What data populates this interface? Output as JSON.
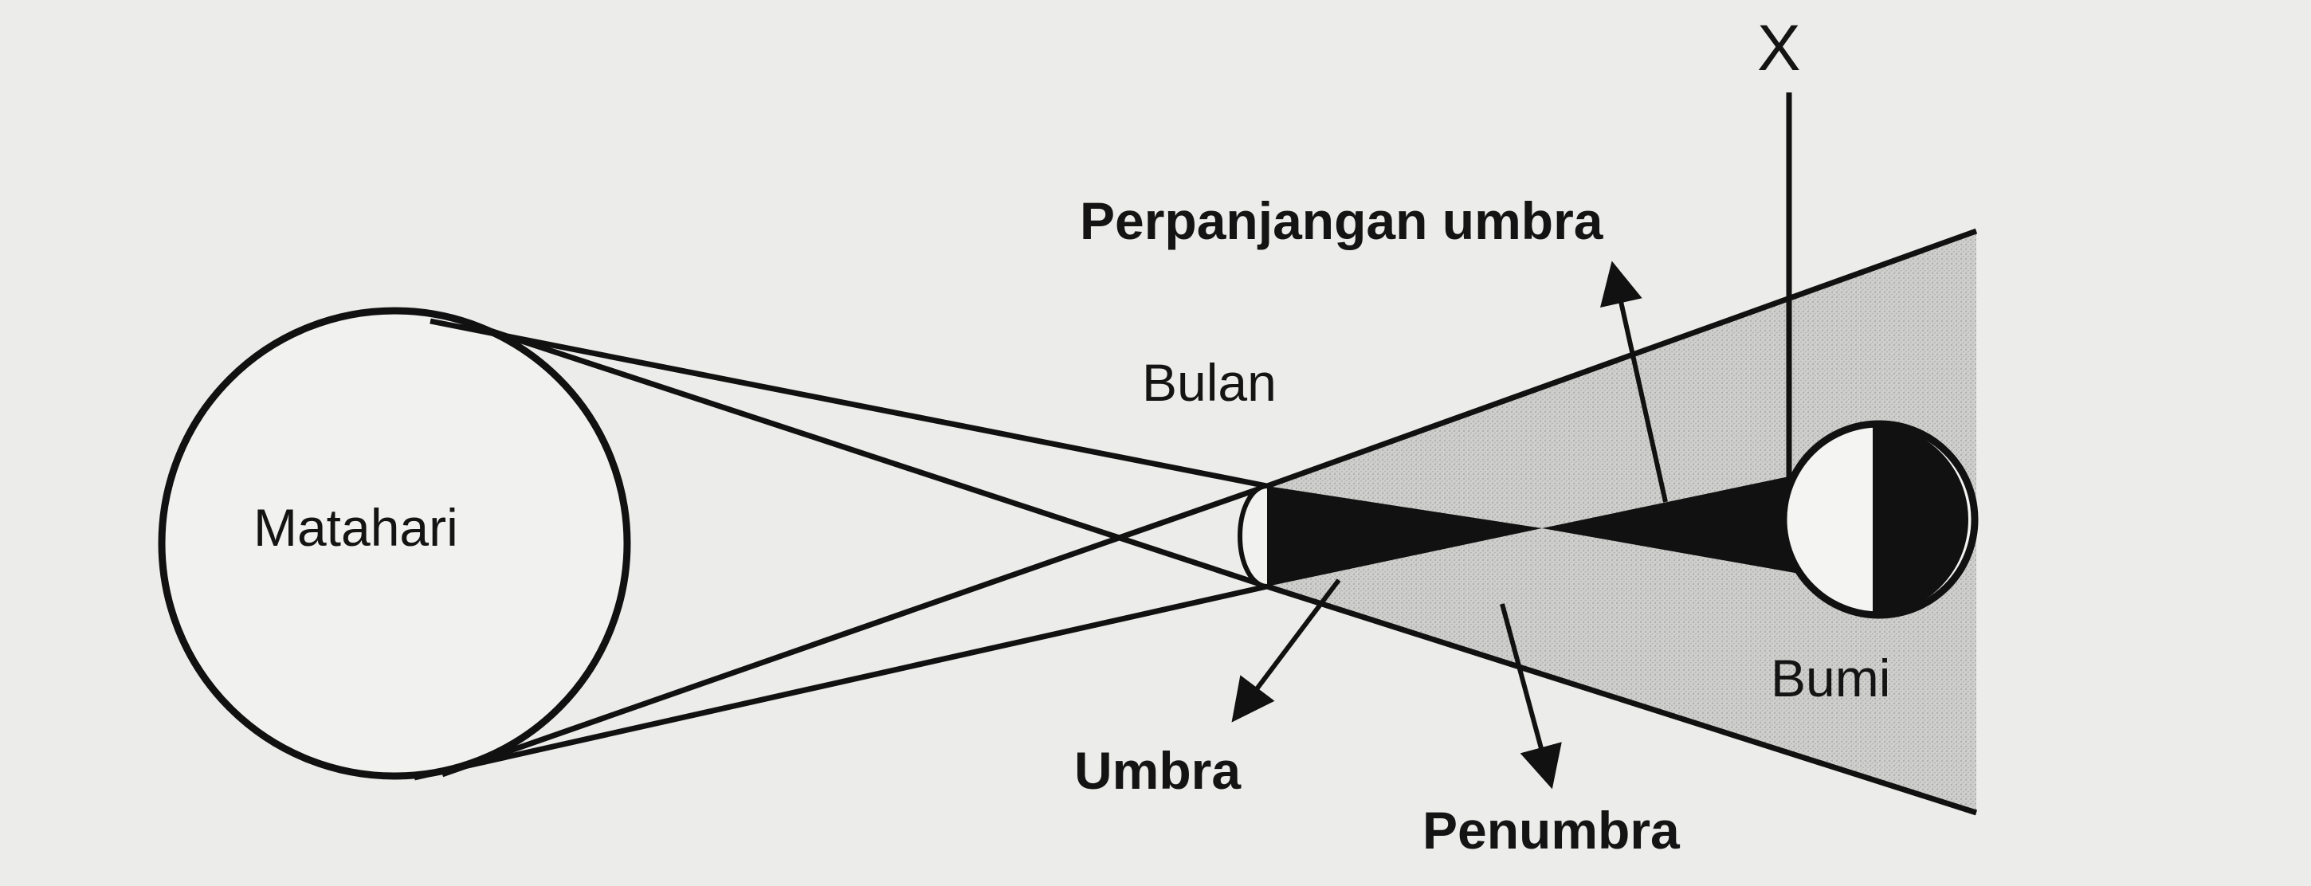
{
  "labels": {
    "sun": "Matahari",
    "moon": "Bulan",
    "earth": "Bumi",
    "umbra": "Umbra",
    "penumbra": "Penumbra",
    "umbra_extension": "Perpanjangan umbra",
    "marker_x": "X"
  },
  "colors": {
    "background": "#ececea",
    "line": "#111111",
    "penumbra_fill": "#c9c9c7",
    "umbra_fill": "#111111"
  }
}
